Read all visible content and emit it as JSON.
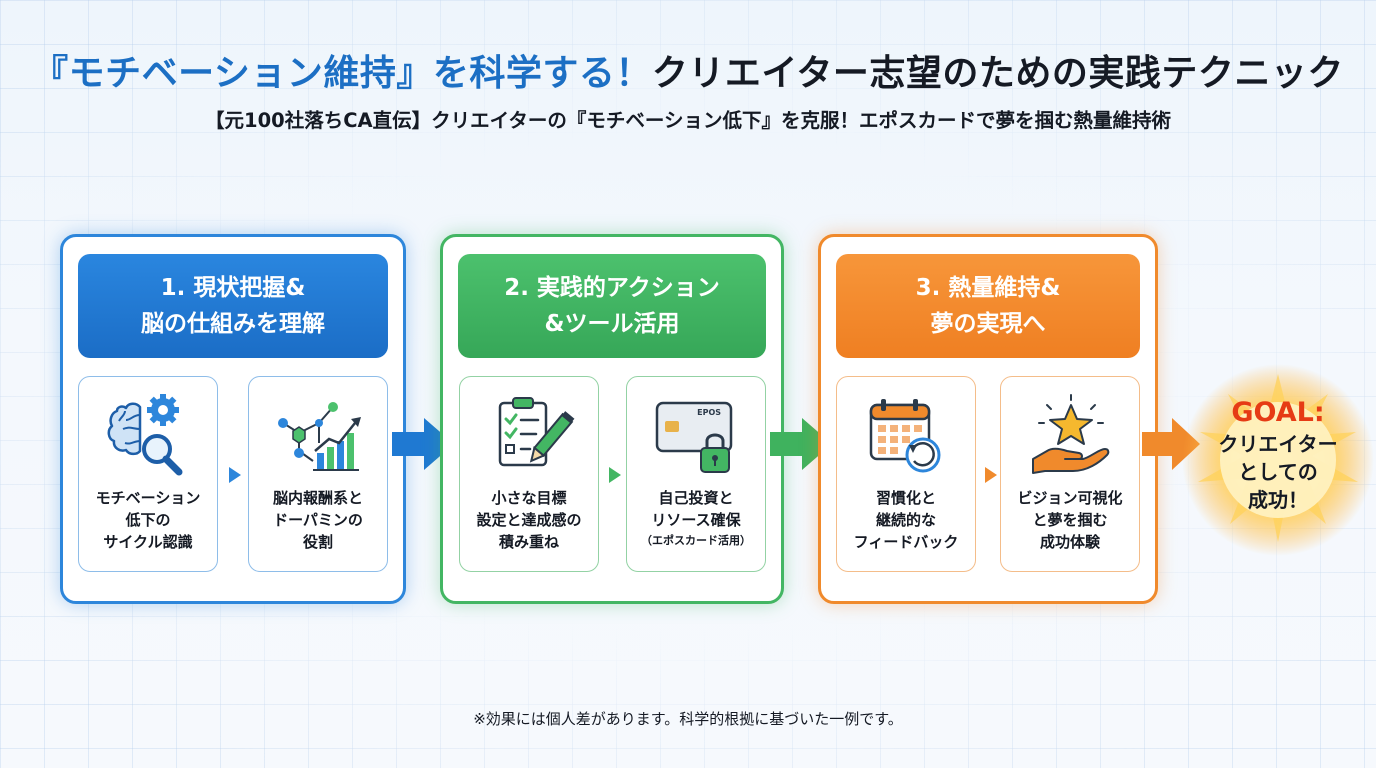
{
  "title": {
    "accent": "『モチベーション維持』を科学する！",
    "main": "クリエイター志望のための実践テクニック"
  },
  "subtitle": "【元100社落ちCA直伝】クリエイターの『モチベーション低下』を克服！エポスカードで夢を掴む熱量維持術",
  "colors": {
    "blue": "#1c6fc4",
    "green": "#43b663",
    "orange": "#f08a2c",
    "goal": "#e63b14"
  },
  "steps": [
    {
      "header": [
        "1. 現状把握&",
        "脳の仕組みを理解"
      ],
      "cards": [
        {
          "icon": "brain-gear-magnifier-icon",
          "lines": [
            "モチベーション",
            "低下の",
            "サイクル認識"
          ]
        },
        {
          "icon": "molecule-growth-chart-icon",
          "lines": [
            "脳内報酬系と",
            "ドーパミンの",
            "役割"
          ]
        }
      ]
    },
    {
      "header": [
        "2. 実践的アクション",
        "&ツール活用"
      ],
      "cards": [
        {
          "icon": "checklist-pencil-icon",
          "lines": [
            "小さな目標",
            "設定と達成感の",
            "積み重ね"
          ]
        },
        {
          "icon": "credit-card-lock-icon",
          "card_brand": "EPOS",
          "lines": [
            "自己投資と",
            "リソース確保"
          ],
          "note": "（エポスカード活用）"
        }
      ]
    },
    {
      "header": [
        "3. 熱量維持&",
        "夢の実現へ"
      ],
      "cards": [
        {
          "icon": "calendar-refresh-icon",
          "lines": [
            "習慣化と",
            "継続的な",
            "フィードバック"
          ]
        },
        {
          "icon": "hand-star-icon",
          "lines": [
            "ビジョン可視化",
            "と夢を掴む",
            "成功体験"
          ]
        }
      ]
    }
  ],
  "goal": {
    "title": "GOAL:",
    "lines": [
      "クリエイター",
      "としての",
      "成功！"
    ]
  },
  "footnote": "※効果には個人差があります。科学的根拠に基づいた一例です。"
}
